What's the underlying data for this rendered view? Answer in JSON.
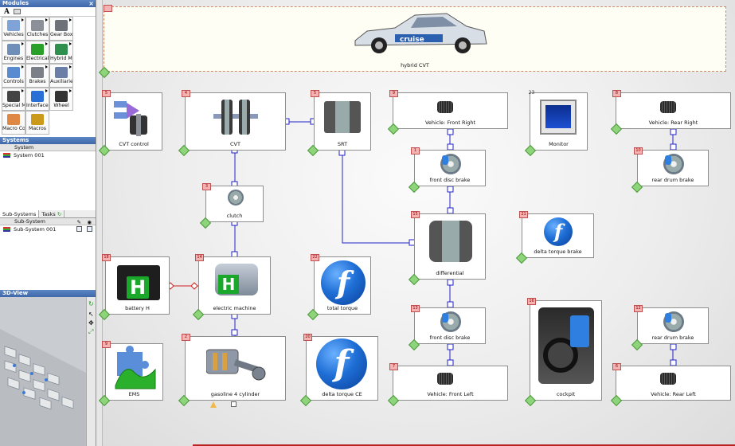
{
  "left_panel": {
    "modules": {
      "title": "Modules",
      "close": "×",
      "tool_text": "A",
      "items": [
        {
          "label": "Vehicles",
          "icon": "vehicle-icon",
          "color": "#7fa3d6"
        },
        {
          "label": "Clutches",
          "icon": "clutch-icon",
          "color": "#8a8f98"
        },
        {
          "label": "Gear Box",
          "icon": "gearbox-icon",
          "color": "#6d7178"
        },
        {
          "label": "Engines",
          "icon": "engine-icon",
          "color": "#6f8fb8"
        },
        {
          "label": "Electrical",
          "icon": "electrical-icon",
          "color": "#2aa02a"
        },
        {
          "label": "Hybrid Mo",
          "icon": "hybrid-icon",
          "color": "#2f8f4f"
        },
        {
          "label": "Controls",
          "icon": "controls-icon",
          "color": "#5a8ad0"
        },
        {
          "label": "Brakes",
          "icon": "brakes-icon",
          "color": "#7a7f88"
        },
        {
          "label": "Auxiliaries",
          "icon": "auxiliaries-icon",
          "color": "#6a7ea8"
        },
        {
          "label": "Special M",
          "icon": "special-icon",
          "color": "#444444"
        },
        {
          "label": "Interfaces",
          "icon": "interfaces-icon",
          "color": "#2a6fd6"
        },
        {
          "label": "Wheel",
          "icon": "wheel-icon",
          "color": "#333333"
        },
        {
          "label": "Macro Con",
          "icon": "macro-con-icon",
          "color": "#d84"
        },
        {
          "label": "Macros",
          "icon": "macros-icon",
          "color": "#cc9a1a"
        }
      ]
    },
    "systems": {
      "title": "Systems",
      "column": "System",
      "rows": [
        "System 001"
      ]
    },
    "subsystems": {
      "tabs": [
        "Sub-Systems",
        "Tasks"
      ],
      "column": "Sub-System",
      "rows": [
        "Sub-System 001"
      ]
    },
    "view3d": {
      "title": "3D-View"
    }
  },
  "canvas": {
    "header_label": "hybrid CVT",
    "car_text": "cruise",
    "nodes": {
      "cvt_control": {
        "label": "CVT control",
        "flag": "5"
      },
      "cvt": {
        "label": "CVT",
        "flag": "4"
      },
      "srt": {
        "label": "SRT",
        "flag": "5"
      },
      "vehicle_fr": {
        "label": "Vehicle: Front Right",
        "flag": "9"
      },
      "monitor": {
        "label": "Monitor",
        "flag": "23"
      },
      "vehicle_rr": {
        "label": "Vehicle: Rear Right",
        "flag": "8"
      },
      "front_disc_brake_1": {
        "label": "front disc brake",
        "flag": "1"
      },
      "rear_drum_brake_1": {
        "label": "rear drum brake",
        "flag": "10"
      },
      "clutch": {
        "label": "clutch",
        "flag": "3"
      },
      "differential": {
        "label": "differential",
        "flag": "15"
      },
      "delta_torque_brake": {
        "label": "delta torque brake",
        "flag": "21",
        "glyph": "f"
      },
      "battery": {
        "label": "battery H",
        "flag": "18",
        "glyph": "H"
      },
      "electric_machine": {
        "label": "electric machine",
        "flag": "14",
        "glyph": "H"
      },
      "total_torque": {
        "label": "total torque",
        "flag": "22",
        "glyph": "f"
      },
      "front_disc_brake_2": {
        "label": "front disc brake",
        "flag": "13"
      },
      "cockpit": {
        "label": "cockpit",
        "flag": "16"
      },
      "rear_drum_brake_2": {
        "label": "rear drum brake",
        "flag": "12"
      },
      "ems": {
        "label": "EMS",
        "flag": "9"
      },
      "gasoline": {
        "label": "gasoline 4 cylinder",
        "flag": "2"
      },
      "delta_torque_ce": {
        "label": "delta torque CE",
        "flag": "20",
        "glyph": "f"
      },
      "vehicle_fl": {
        "label": "Vehicle: Front Left",
        "flag": "7"
      },
      "vehicle_rl": {
        "label": "Vehicle: Rear Left",
        "flag": "6"
      }
    }
  },
  "colors": {
    "mech_connection": "#2323c8",
    "elec_connection": "#d02020",
    "panel_header": "#4a74b6"
  }
}
